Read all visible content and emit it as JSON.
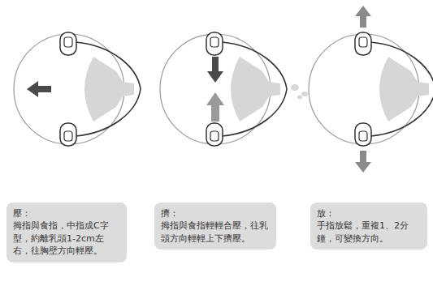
{
  "diagram": {
    "nodes": [
      {
        "text": [
          "壓：",
          "拇指與食指，中指成C字型，約離乳頭1-2cm左右，往胸壁方向輕壓。"
        ]
      },
      {
        "text": [
          "擠：",
          "拇指與食指輕輕合壓，往乳頭方向輕輕上下擠壓。"
        ]
      },
      {
        "text": [
          "放：",
          "手指放鬆，重複1、2分鐘，可變換方向。"
        ]
      }
    ]
  }
}
